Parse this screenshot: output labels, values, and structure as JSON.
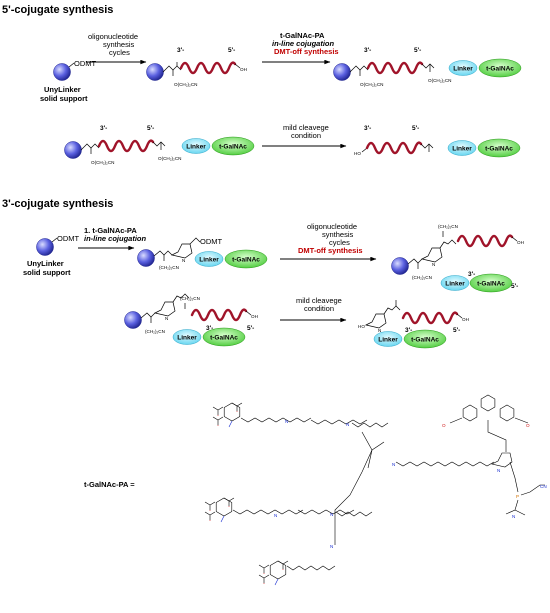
{
  "headings": {
    "five_prime": "5'-cojugate synthesis",
    "three_prime": "3'-cojugate synthesis"
  },
  "support": {
    "line1": "UnyLinker",
    "line2": "solid support",
    "dmt": "ODMT"
  },
  "steps": {
    "oligo_line1": "oligonucleotide",
    "oligo_line2": "synthesis",
    "oligo_line3": "cycles",
    "galnac_pa": "t-GalNAc-PA",
    "galnac_pa_numbered": "1. t-GalNAc-PA",
    "inline": "in-line cojugation",
    "dmt_off": "DMT-off synthesis",
    "cleave_line1": "mild cleavege",
    "cleave_line2": "condition"
  },
  "labels": {
    "three": "3'-",
    "five": "5'-",
    "linker": "Linker",
    "galnac": "t-GalNAc",
    "cyanoethyl": "O(CH₂)₂CN",
    "cyanoethyl_top": "(CH₂)₂CN",
    "cyanoethyl_paren": "(CH₂)₂CN",
    "oh": "OH",
    "ho": "HO",
    "o": "O",
    "p": "P",
    "n": "N",
    "cn": "CN",
    "definition": "t-GalNAc-PA ="
  },
  "colors": {
    "rna": "#a0142a",
    "bead": "#4a4fd6",
    "linker": "#7fe4f7",
    "galnac": "#5fd94a",
    "red_text": "#c00000",
    "nitrogen": "#1a2fd0",
    "oxygen": "#d01a1a"
  }
}
